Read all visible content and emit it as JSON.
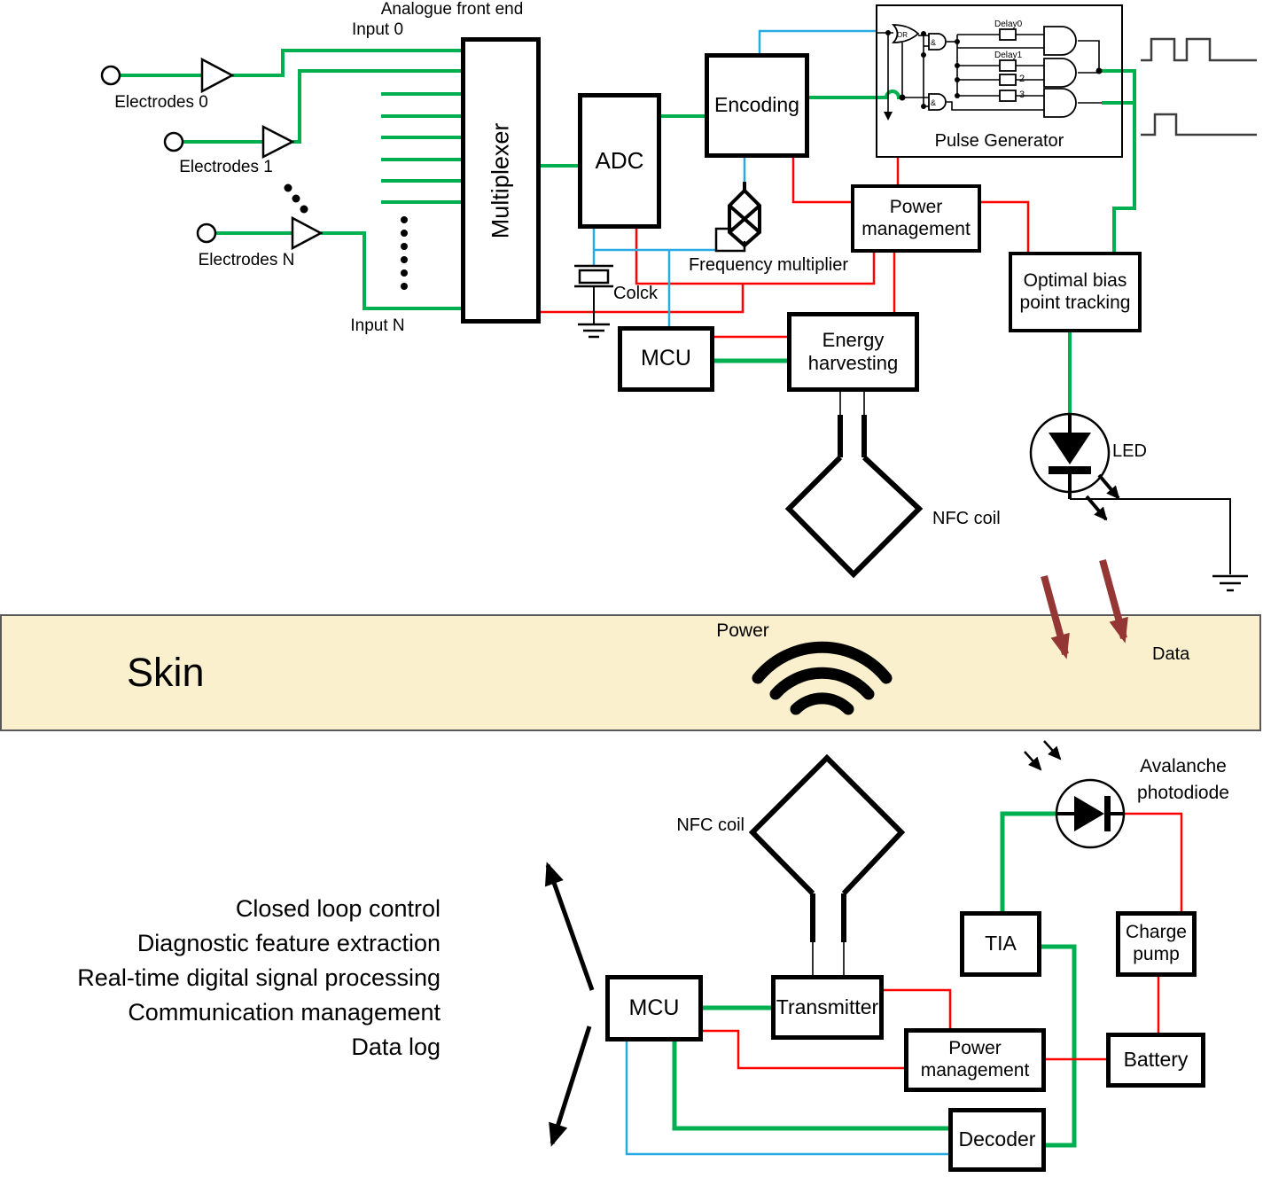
{
  "colors": {
    "signal_green": "#00B050",
    "power_red": "#FF0000",
    "clock_blue": "#29ABE2",
    "data_arrow_brown": "#943634",
    "skin_fill": "#FBF0CD",
    "skin_border": "#595959"
  },
  "top_section": {
    "title": "Analogue front end",
    "electrode_labels": [
      "Electrodes 0",
      "Electrodes 1",
      "Electrodes N"
    ],
    "input_top": "Input 0",
    "input_bottom": "Input N",
    "multiplexer": "Multiplexer",
    "adc": "ADC",
    "encoding": "Encoding",
    "pulse_generator": "Pulse Generator",
    "gate_or": "OR",
    "gate_and": "&",
    "gate_and2": "&",
    "delay0": "Delay0",
    "delay1": "Delay1",
    "delay2": "2",
    "delay3": "3",
    "power_management": "Power management",
    "optimal_bias": "Optimal bias point tracking",
    "frequency_multiplier": "Frequency multiplier",
    "clock": "Colck",
    "mcu": "MCU",
    "energy_harvesting": "Energy harvesting",
    "nfc_coil": "NFC coil",
    "led": "LED"
  },
  "skin_section": {
    "skin": "Skin",
    "power": "Power",
    "data": "Data"
  },
  "bottom_section": {
    "nfc_coil": "NFC coil",
    "mcu": "MCU",
    "transmitter": "Transmitter",
    "power_management": "Power management",
    "decoder": "Decoder",
    "tia": "TIA",
    "charge_pump": "Charge pump",
    "battery": "Battery",
    "avalanche_photodiode": "Avalanche photodiode",
    "mcu_functions": [
      "Closed loop control",
      "Diagnostic feature extraction",
      "Real-time digital signal processing",
      "Communication management",
      "Data log"
    ]
  }
}
